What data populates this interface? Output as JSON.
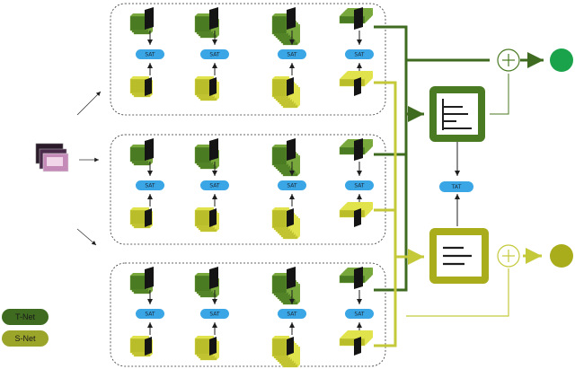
{
  "labels": {
    "sat": "SAT",
    "tat": "TAT",
    "plus": "+"
  },
  "legend": [
    {
      "label": "T-Net",
      "color": "#3e6b1f"
    },
    {
      "label": "S-Net",
      "color": "#9aa52a"
    }
  ],
  "colors": {
    "t_net": "#4a7a22",
    "t_net_light": "#78a83c",
    "s_net": "#b9bd2a",
    "s_net_light": "#e1e34c",
    "sat_box": "#3aa6e6",
    "teacher_output": "#1aa34a",
    "student_output": "#a9ad1c"
  },
  "icons": {
    "input": "video-frames-icon",
    "fusion": "plus-circle-icon",
    "classifier": "histogram-icon"
  }
}
